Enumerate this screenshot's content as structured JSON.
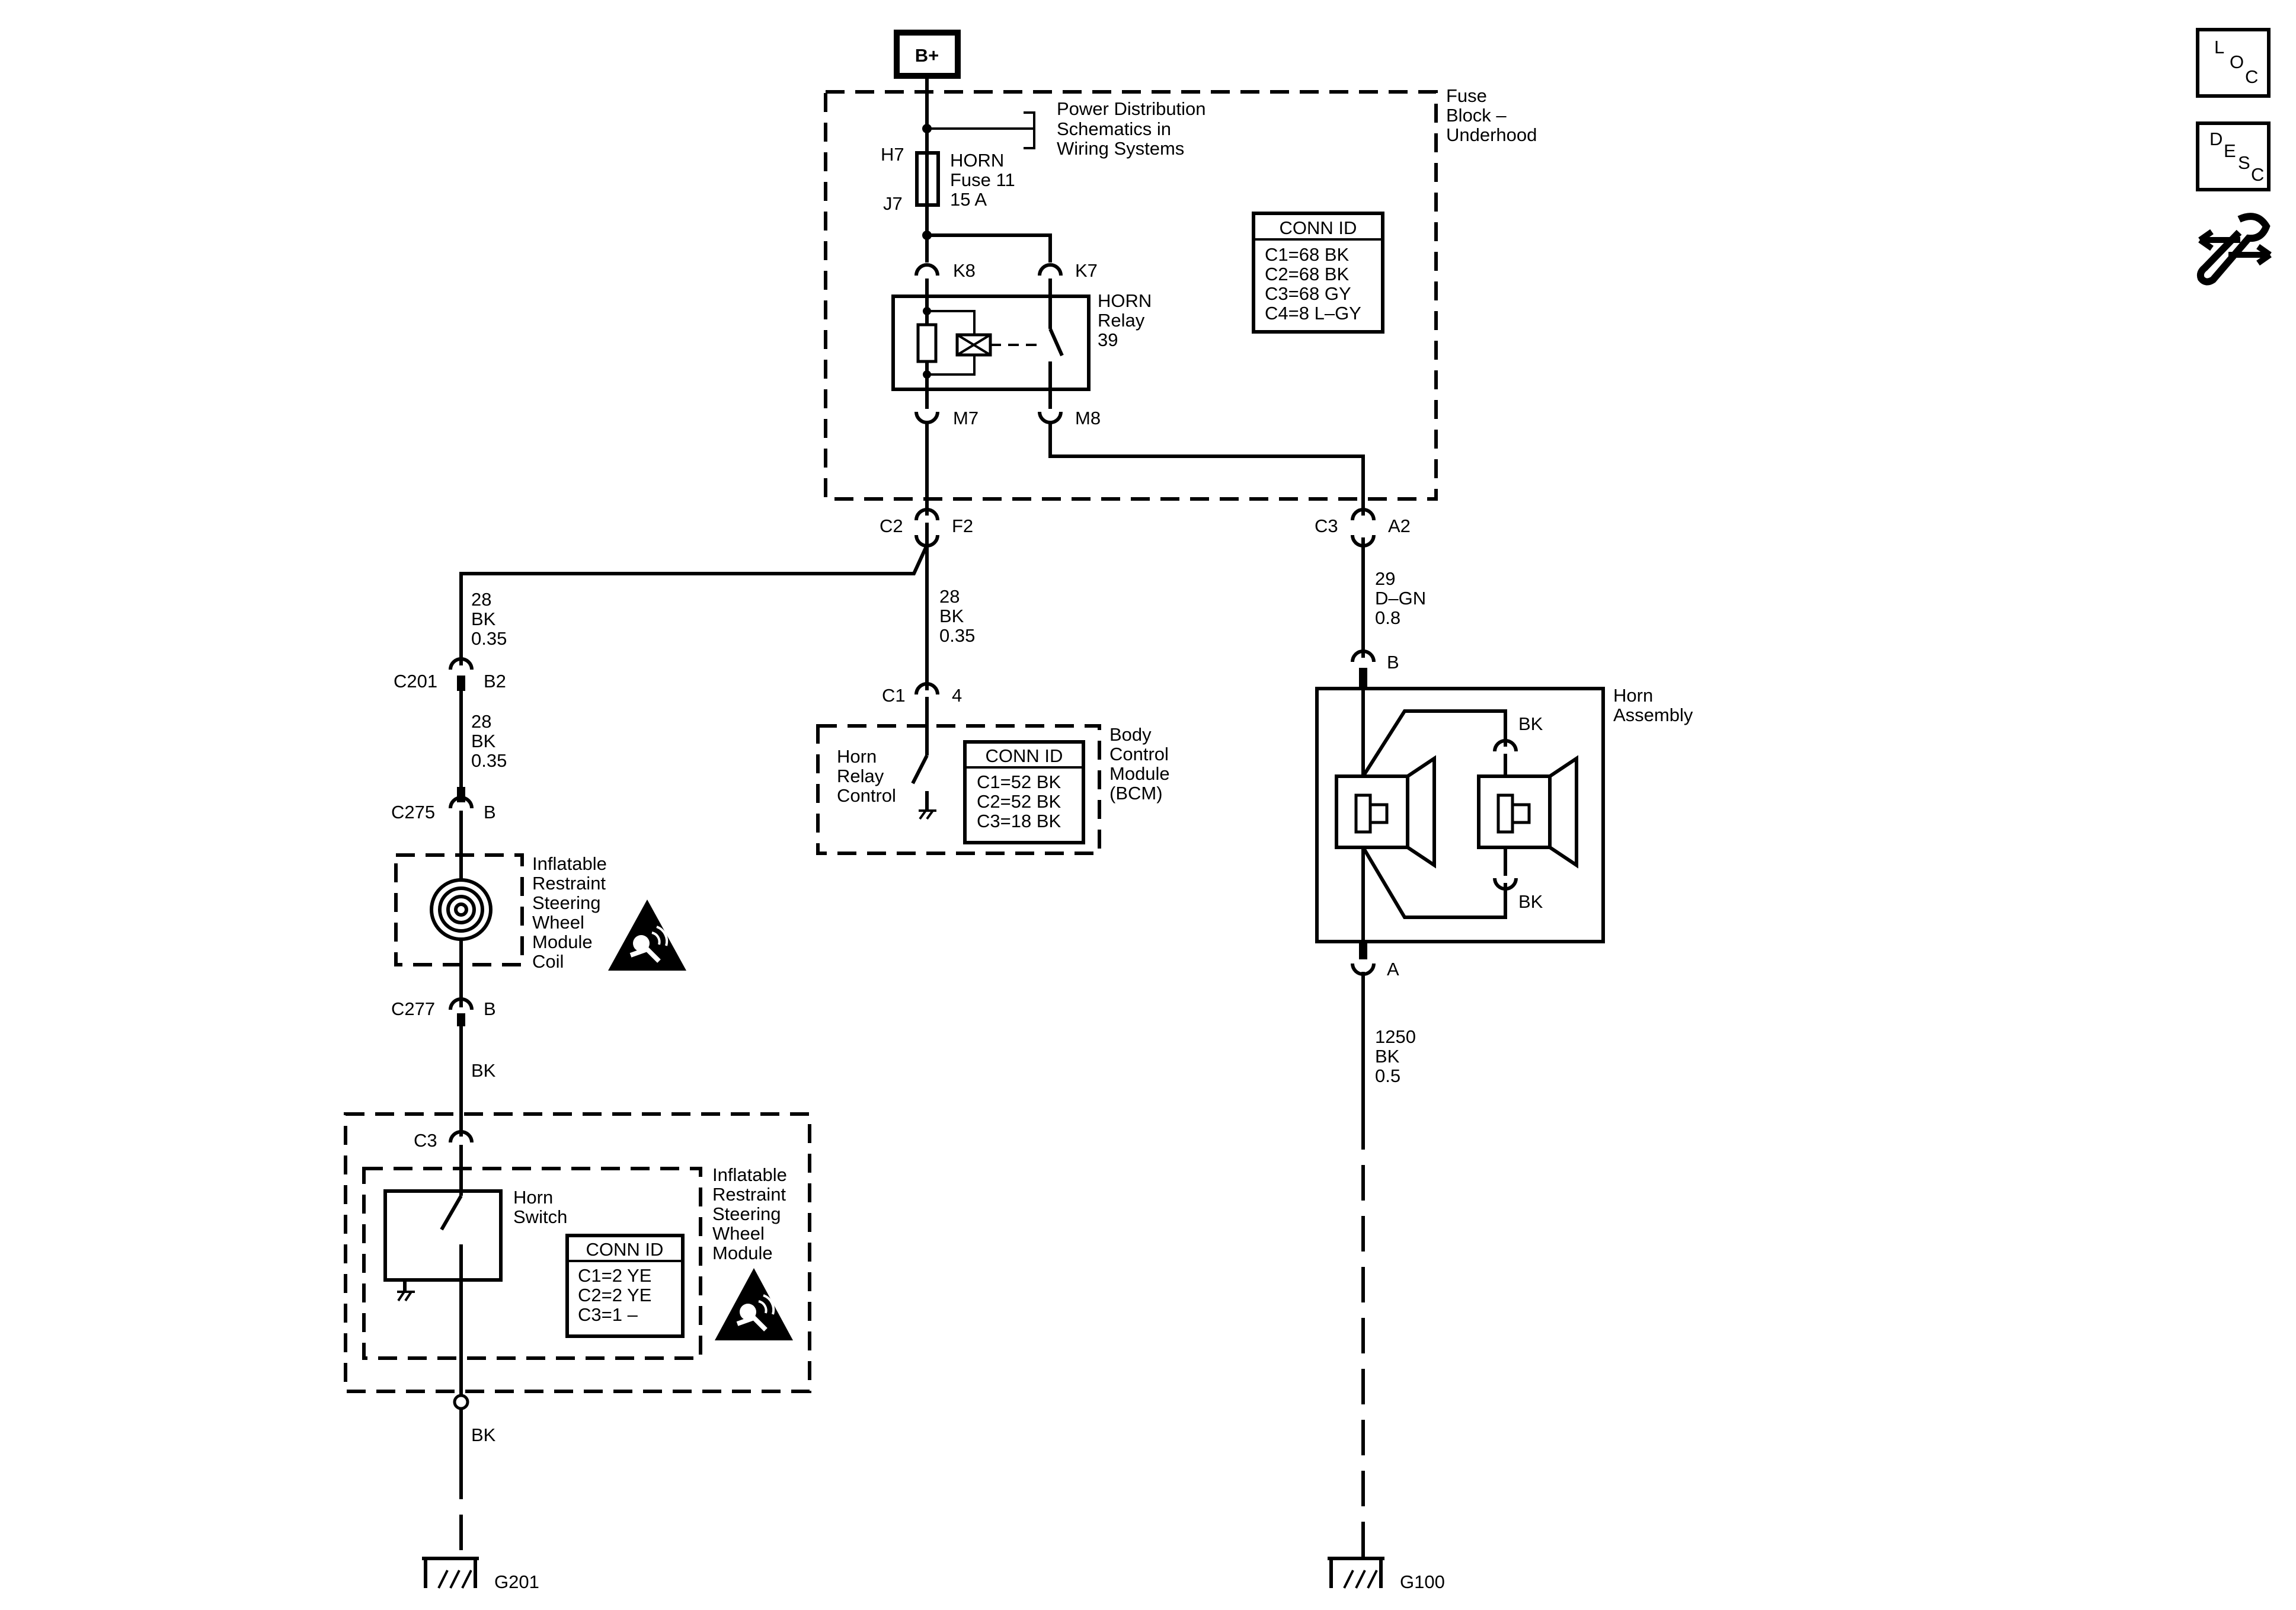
{
  "power": {
    "label": "B+"
  },
  "fuse_block": {
    "title": [
      "Fuse",
      "Block –",
      "Underhood"
    ],
    "ref_note": [
      "Power Distribution",
      "Schematics in",
      "Wiring Systems"
    ],
    "fuse": {
      "pin_in": "H7",
      "pin_out": "J7",
      "lines": [
        "HORN",
        "Fuse 11",
        "15 A"
      ]
    },
    "relay": {
      "lines": [
        "HORN",
        "Relay",
        "39"
      ],
      "pins": {
        "k8": "K8",
        "k7": "K7",
        "m7": "M7",
        "m8": "M8"
      }
    },
    "conn_id": {
      "title": "CONN ID",
      "rows": [
        "C1=68 BK",
        "C2=68 BK",
        "C3=68 GY",
        "C4=8 L–GY"
      ]
    }
  },
  "connectors": {
    "c2": "C2",
    "f2": "F2",
    "c3": "C3",
    "a2": "A2",
    "c201": "C201",
    "b2": "B2",
    "c275": "C275",
    "c275_pin": "B",
    "c277": "C277",
    "c277_pin": "B",
    "c1": "C1",
    "c1_pin": "4",
    "sw_c3": "C3",
    "horn_b": "B",
    "horn_a": "A"
  },
  "wires": {
    "left_1": [
      "28",
      "BK",
      "0.35"
    ],
    "left_2": [
      "28",
      "BK",
      "0.35"
    ],
    "mid": [
      "28",
      "BK",
      "0.35"
    ],
    "right": [
      "29",
      "D–GN",
      "0.8"
    ],
    "left_bk": "BK",
    "left_bk2": "BK",
    "ground_right": [
      "1250",
      "BK",
      "0.5"
    ]
  },
  "bcm": {
    "title": [
      "Body",
      "Control",
      "Module",
      "(BCM)"
    ],
    "inner": [
      "Horn",
      "Relay",
      "Control"
    ],
    "conn_id": {
      "title": "CONN ID",
      "rows": [
        "C1=52 BK",
        "C2=52 BK",
        "C3=18 BK"
      ]
    }
  },
  "coil": {
    "title": [
      "Inflatable",
      "Restraint",
      "Steering",
      "Wheel",
      "Module",
      "Coil"
    ]
  },
  "steering_module": {
    "title": [
      "Inflatable",
      "Restraint",
      "Steering",
      "Wheel",
      "Module"
    ],
    "switch": [
      "Horn",
      "Switch"
    ],
    "conn_id": {
      "title": "CONN ID",
      "rows": [
        "C1=2 YE",
        "C2=2 YE",
        "C3=1 –"
      ]
    }
  },
  "horn_assembly": {
    "title": [
      "Horn",
      "Assembly"
    ],
    "bk_top": "BK",
    "bk_bottom": "BK"
  },
  "grounds": {
    "left": "G201",
    "right": "G100"
  },
  "nav": {
    "loc": [
      "L",
      "O",
      "C"
    ],
    "desc": [
      "D",
      "E",
      "S",
      "C"
    ]
  }
}
